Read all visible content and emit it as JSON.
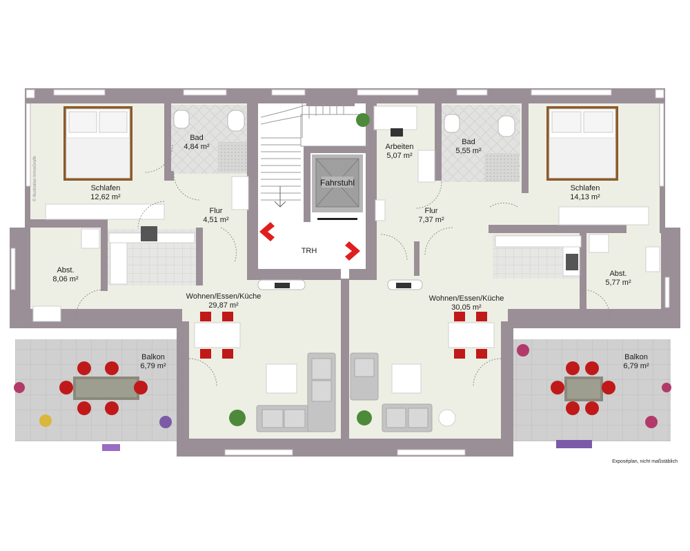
{
  "rooms": [
    {
      "id": "schlafen-left",
      "name": "Schlafen",
      "area": "12,62 m²"
    },
    {
      "id": "bad-left",
      "name": "Bad",
      "area": "4,84 m²"
    },
    {
      "id": "flur-left",
      "name": "Flur",
      "area": "4,51 m²"
    },
    {
      "id": "abst-left",
      "name": "Abst.",
      "area": "8,06 m²"
    },
    {
      "id": "wohnen-left",
      "name": "Wohnen/Essen/Küche",
      "area": "29,87 m²"
    },
    {
      "id": "balkon-left",
      "name": "Balkon",
      "area": "6,79 m²"
    },
    {
      "id": "arbeiten",
      "name": "Arbeiten",
      "area": "5,07 m²"
    },
    {
      "id": "bad-right",
      "name": "Bad",
      "area": "5,55 m²"
    },
    {
      "id": "schlafen-right",
      "name": "Schlafen",
      "area": "14,13 m²"
    },
    {
      "id": "flur-right",
      "name": "Flur",
      "area": "7,37 m²"
    },
    {
      "id": "abst-right",
      "name": "Abst.",
      "area": "5,77 m²"
    },
    {
      "id": "wohnen-right",
      "name": "Wohnen/Essen/Küche",
      "area": "30,05 m²"
    },
    {
      "id": "balkon-right",
      "name": "Balkon",
      "area": "6,79 m²"
    }
  ],
  "core": {
    "elevator": "Fahrstuhl",
    "stairwell": "TRH"
  },
  "footnote": "Exposéplan, nicht maßstäblich",
  "watermark": "© Illustration ImmoGrafik",
  "colors": {
    "wall": "#9a8f96",
    "floor": "#eeefe4",
    "tile": "#d9dad7",
    "balcony": "#d3d3d3",
    "arrow": "#e01e1e",
    "core": "#ffffff"
  }
}
